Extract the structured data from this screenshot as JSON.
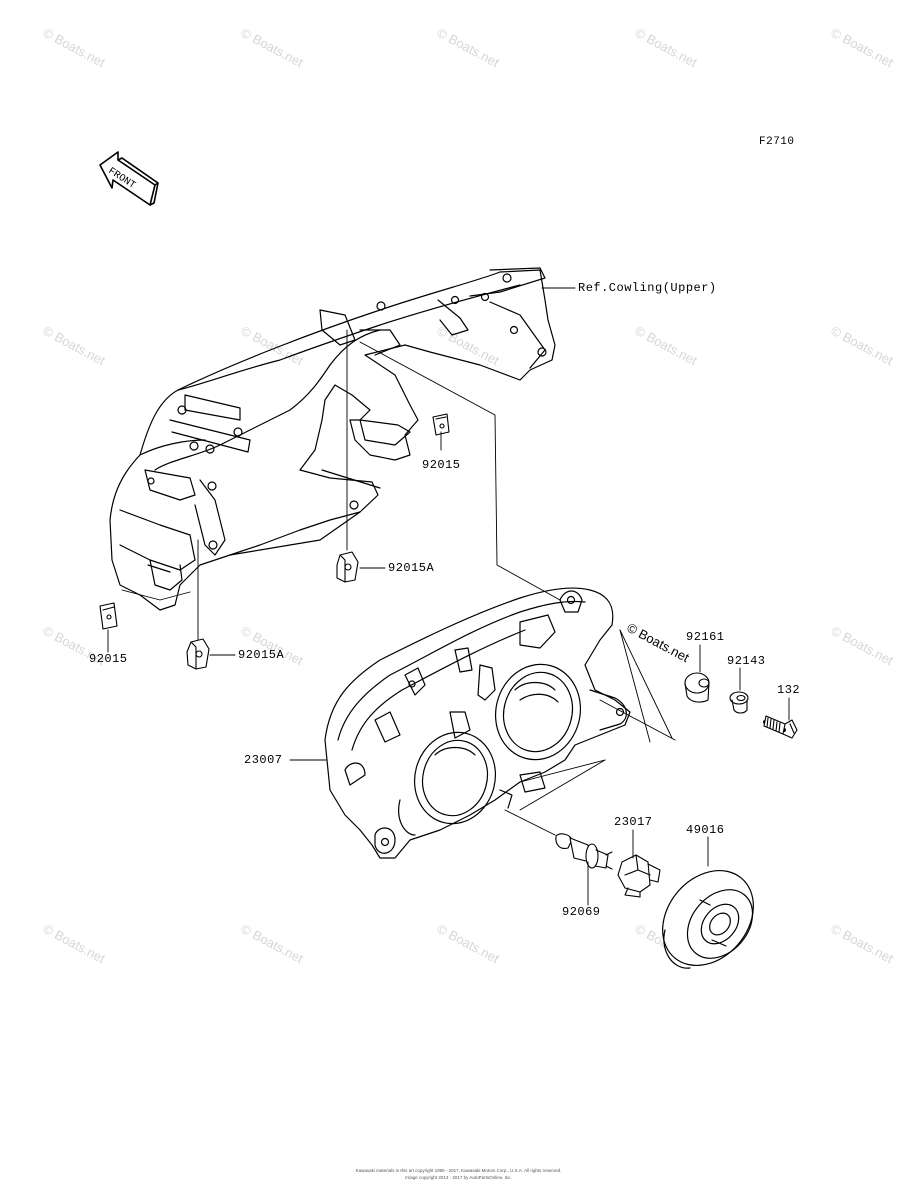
{
  "diagram": {
    "code": "F2710",
    "front_label": "FRONT",
    "ref_label": "Ref.Cowling(Upper)",
    "parts": {
      "p92015_a": "92015",
      "p92015_b": "92015",
      "p92015A_a": "92015A",
      "p92015A_b": "92015A",
      "p23007": "23007",
      "p92161": "92161",
      "p92143": "92143",
      "p132": "132",
      "p23017": "23017",
      "p49016": "49016",
      "p92069": "92069"
    },
    "watermark": "© Boats.net",
    "footer_line1": "Kawasaki materials in this art copyright 1995 - 2017, Kawasaki Motors Corp., U.S.A.  All rights reserved.",
    "footer_line2": "Image copyright 2013 - 2017 by AutoPartsOnline, Inc."
  },
  "colors": {
    "line": "#000000",
    "watermark": "#d6d6d6"
  }
}
